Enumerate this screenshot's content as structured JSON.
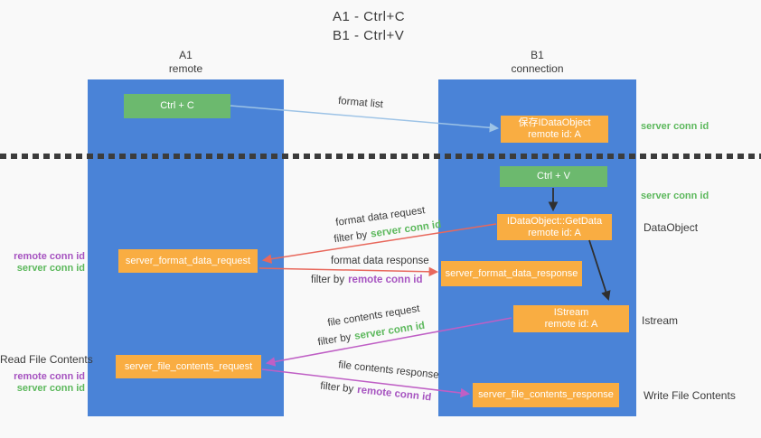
{
  "title": {
    "line1": "A1 - Ctrl+C",
    "line2": "B1 - Ctrl+V"
  },
  "lanes": {
    "left": {
      "name": "A1",
      "subtitle": "remote"
    },
    "right": {
      "name": "B1",
      "subtitle": "connection"
    }
  },
  "nodes": {
    "ctrl_c": {
      "label": "Ctrl + C"
    },
    "ctrl_v": {
      "label": "Ctrl + V"
    },
    "save_idataobject": {
      "line1": "保存IDataObject",
      "line2": "remote id: A"
    },
    "getdata": {
      "line1": "IDataObject::GetData",
      "line2": "remote id: A"
    },
    "istream": {
      "line1": "IStream",
      "line2": "remote id: A"
    },
    "format_request": {
      "label": "server_format_data_request"
    },
    "format_response": {
      "label": "server_format_data_response"
    },
    "file_request": {
      "label": "server_file_contents_request"
    },
    "file_response": {
      "label": "server_file_contents_response"
    }
  },
  "labels": {
    "server_conn_id": "server conn id",
    "remote_conn_id": "remote conn id",
    "dataobject": "DataObject",
    "istream": "Istream",
    "read_file_contents": "Read File Contents",
    "write_file_contents": "Write File Contents",
    "filter_by": "filter by",
    "format_list": "format list",
    "format_data_request": "format data request",
    "format_data_response": "format data response",
    "file_contents_request": "file contents request",
    "file_contents_response": "file contents response"
  },
  "colors": {
    "lane_blue": "#4a83d7",
    "node_green": "#6cb96e",
    "node_orange": "#f9ad42",
    "arrow_red": "#e8685c",
    "arrow_magenta": "#bf5fc5",
    "arrow_blue": "#9dc3e6",
    "arrow_black": "#2f2f2f",
    "text_green": "#5cb85c",
    "text_purple": "#a653c0",
    "text_dark": "#3a3a3a"
  }
}
